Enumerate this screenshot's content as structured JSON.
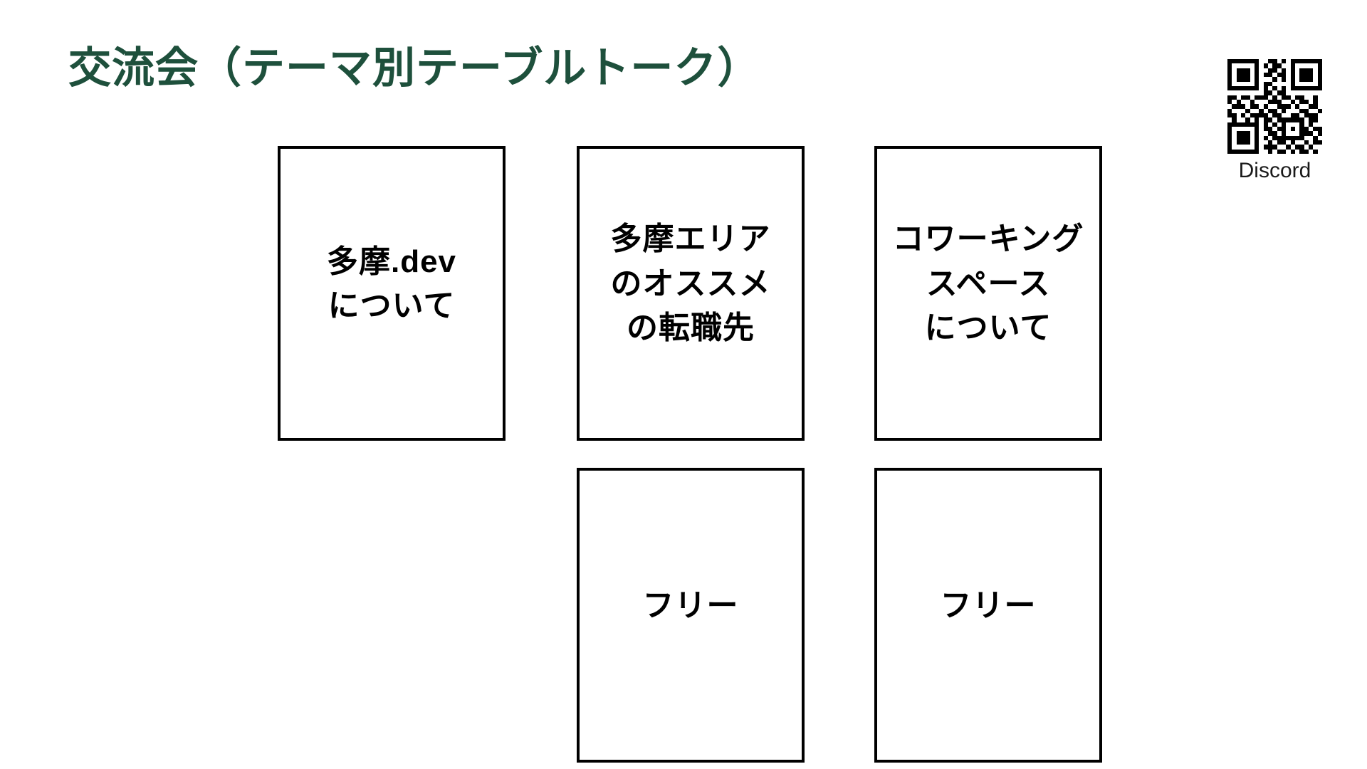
{
  "slide": {
    "title": "交流会（テーマ別テーブルトーク）",
    "colors": {
      "title": "#1E503C",
      "card_border": "#000000",
      "card_text": "#000000",
      "background": "#ffffff"
    },
    "tables": [
      {
        "label": "多摩.dev\nについて"
      },
      {
        "label": "多摩エリア\nのオススメ\nの転職先"
      },
      {
        "label": "コワーキング\nスペース\nについて"
      },
      {
        "label": "フリー"
      },
      {
        "label": "フリー"
      }
    ],
    "qr": {
      "label": "Discord",
      "matrix": [
        "111111100110101111111",
        "100000101011001000001",
        "101110100110101011101",
        "101110101101101011101",
        "101110100010101011101",
        "100000101100001000001",
        "111111101010101111111",
        "000000001101100000000",
        "110110111010110110010",
        "101001000111001011010",
        "011101101001110100110",
        "100010010110100011001",
        "110101111011001101110",
        "010010101101111110110",
        "111111101010100010100",
        "100000101101101011011",
        "101110100110100011101",
        "101110101011111110010",
        "101110100101101001011",
        "100000101110010110100",
        "111111100101101011010"
      ]
    }
  }
}
